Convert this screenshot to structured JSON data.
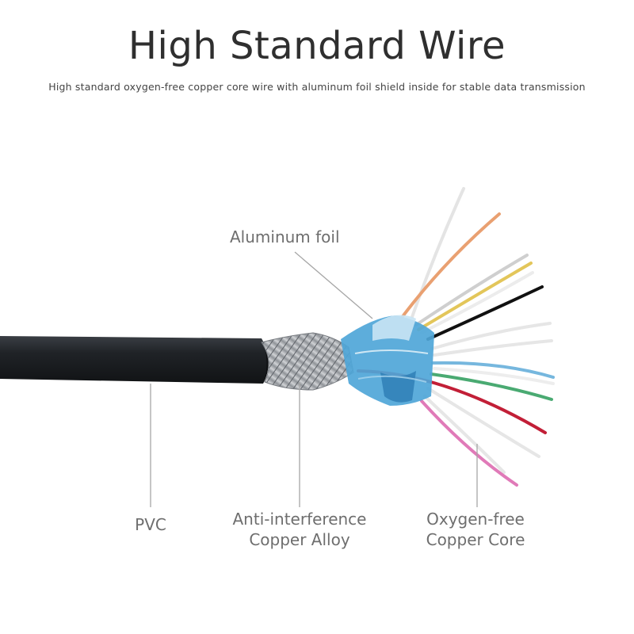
{
  "header": {
    "title": "High Standard Wire",
    "subtitle": "High standard oxygen-free copper core wire with aluminum foil shield inside for stable data transmission"
  },
  "labels": {
    "aluminum_foil": "Aluminum foil",
    "pvc": "PVC",
    "anti_interference_line1": "Anti-interference",
    "anti_interference_line2": "Copper Alloy",
    "oxygen_free_line1": "Oxygen-free",
    "oxygen_free_line2": "Copper Core"
  },
  "colors": {
    "jacket": "#1f2226",
    "foil_blue": "#4fa6d8",
    "braid": "#b9bcc0",
    "leader": "#a6a6a6",
    "wire_orange": "#e9a071",
    "wire_white": "#e4e4e4",
    "wire_yellow": "#e3c65a",
    "wire_black": "#111111",
    "wire_blue": "#76b7de",
    "wire_green": "#4aaa72",
    "wire_red": "#c21f37",
    "wire_pink": "#e07ab8"
  }
}
